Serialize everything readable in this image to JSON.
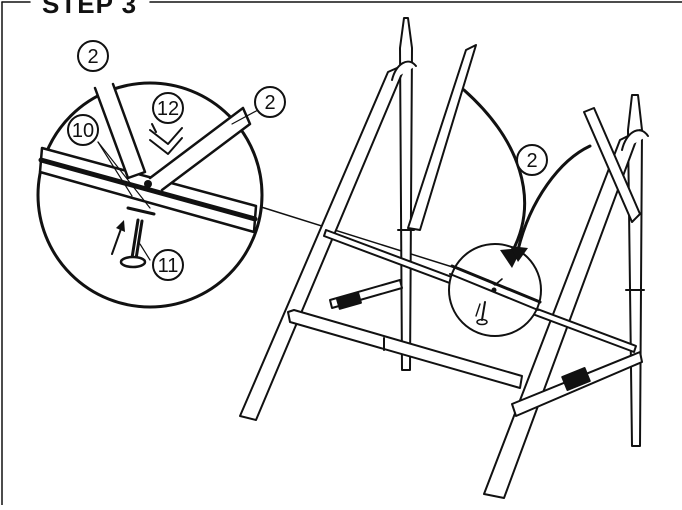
{
  "title": "STEP 3",
  "callouts": {
    "zoom_top_left": "2",
    "zoom_top_right": "2",
    "zoom_part_12": "12",
    "zoom_part_10": "10",
    "zoom_part_11": "11",
    "main_rotate": "2"
  },
  "colors": {
    "line": "#111111",
    "background": "#ffffff"
  }
}
